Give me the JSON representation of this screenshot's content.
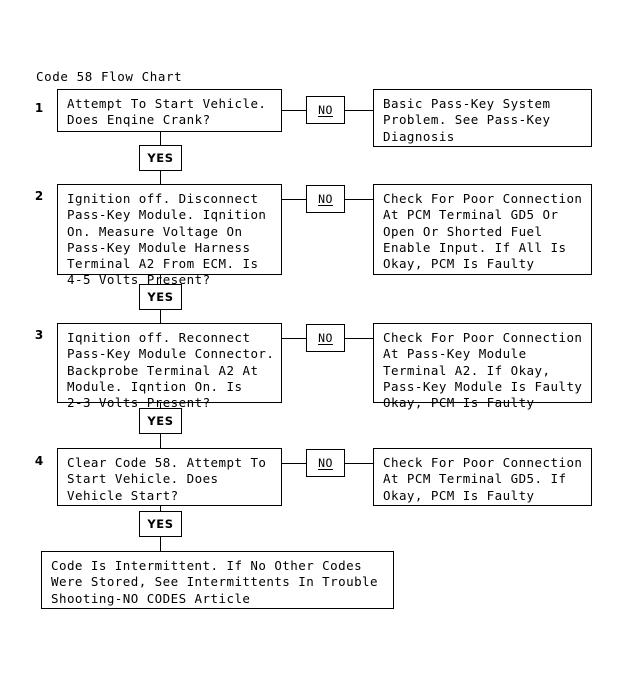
{
  "chart": {
    "title": "Code 58 Flow Chart",
    "yes_label": "YES",
    "no_label": "NO",
    "steps": [
      {
        "number": "1",
        "question": "Attempt To Start Vehicle.\nDoes Enqine Crank?",
        "no_result": "Basic Pass-Key System\nProblem. See Pass-Key\nDiagnosis"
      },
      {
        "number": "2",
        "question": "Ignition off. Disconnect\nPass-Key Module. Iqnition\nOn. Measure Voltage On\nPass-Key Module Harness\nTerminal A2 From ECM. Is\n4-5 Volts Present?",
        "no_result": "Check For Poor Connection\nAt PCM Terminal GD5 Or\nOpen Or Shorted Fuel\nEnable Input. If All Is\nOkay, PCM Is Faulty"
      },
      {
        "number": "3",
        "question": "Iqnition off. Reconnect\nPass-Key Module Connector.\nBackprobe Terminal A2 At\nModule. Iqntion On. Is\n2-3 Volts Present?",
        "no_result": "Check For Poor Connection\nAt Pass-Key Module\nTerminal A2. If Okay,\nPass-Key Module Is Faulty\nOkay, PCM Is Faulty"
      },
      {
        "number": "4",
        "question": "Clear Code 58. Attempt To\nStart Vehicle. Does\nVehicle Start?",
        "no_result": "Check For Poor Connection\nAt PCM Terminal GD5. If\nOkay, PCM Is Faulty"
      }
    ],
    "conclusion": "Code Is Intermittent. If No Other Codes\nWere Stored, See Intermittents In Trouble\nShooting-NO CODES Article",
    "colors": {
      "line": "#000000",
      "text": "#000000",
      "background": "#ffffff"
    }
  }
}
